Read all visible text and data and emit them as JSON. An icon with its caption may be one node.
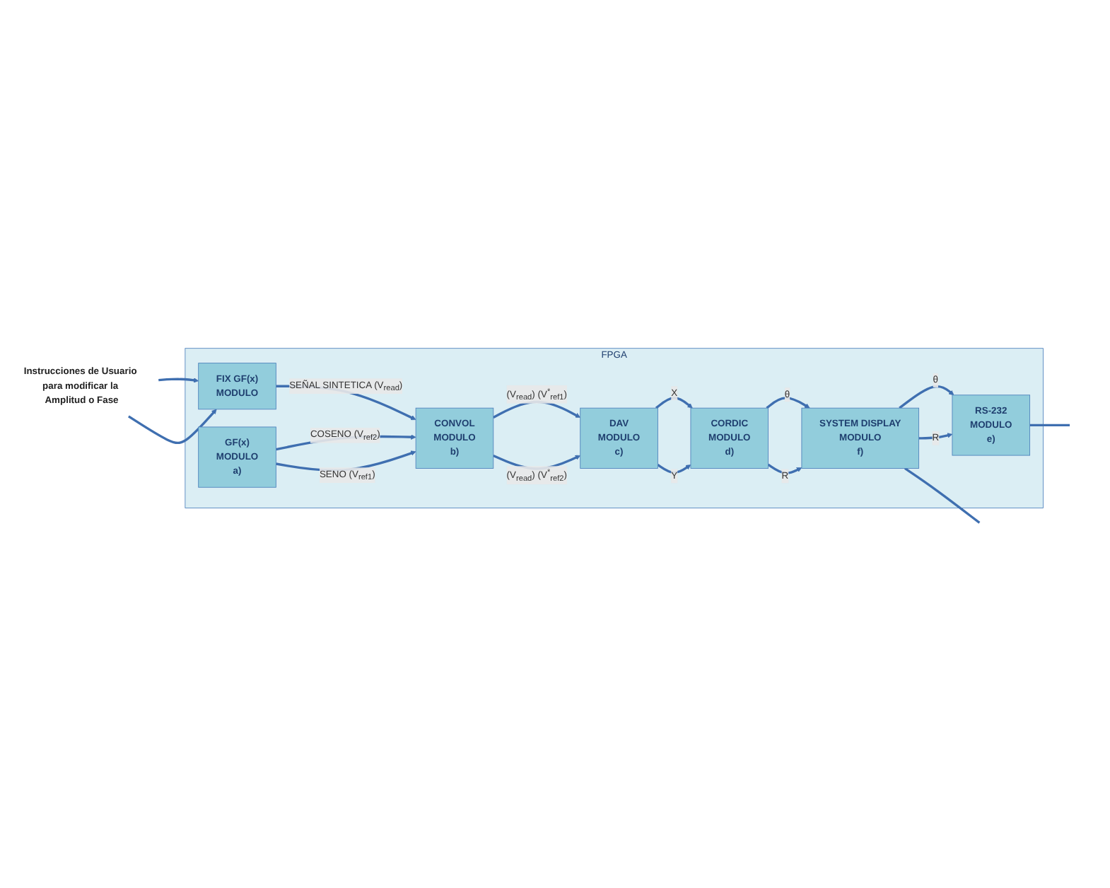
{
  "diagram": {
    "nodes": [
      {
        "text": [
          "FPGA"
        ]
      },
      {
        "text": [
          "Instrucciones de Usuario para modificar la Amplitud o Fase"
        ]
      },
      {
        "text": [
          "CORDIC",
          "MODULO",
          "d)"
        ],
        "in": 0
      },
      {
        "text": [
          "DAV",
          "MODULO",
          "c)"
        ],
        "in": 0
      },
      {
        "text": [
          "SYSTEM DISPLAY",
          "MODULO",
          "f)"
        ],
        "in": 0
      },
      {
        "text": [
          "FIX GF(x)",
          "MODULO"
        ],
        "in": 0
      },
      {
        "text": [
          "GF(x)",
          "MODULO",
          "a)"
        ],
        "in": 0
      },
      {
        "text": [
          "CONVOL",
          "MODULO",
          "b)"
        ],
        "in": 0
      },
      {
        "text": [
          "RS-232",
          "MODULO",
          "e)"
        ],
        "in": 0
      }
    ],
    "edges": [
      {
        "from": 1,
        "to": 5,
        "arrow": "to"
      },
      {
        "from": 1,
        "to": 5,
        "arrow": "to"
      },
      {
        "from": 2,
        "to": 4,
        "label": "θ",
        "arrow": "to"
      },
      {
        "from": 2,
        "to": 4,
        "label": "R",
        "arrow": "to"
      },
      {
        "from": 3,
        "to": 2,
        "label": "X",
        "arrow": "to"
      },
      {
        "from": 3,
        "to": 2,
        "label": "Y",
        "arrow": "to"
      },
      {
        "from": 7,
        "to": 3,
        "label": "(V$_{read}$) (V$^{*}$$_{ref1}$)",
        "arrow": "to"
      },
      {
        "from": 7,
        "to": 3,
        "label": "(V$_{read}$) (V$^{*}$$_{ref2}$)",
        "arrow": "to"
      },
      {
        "from": 4,
        "to": 8,
        "label": "θ",
        "arrow": "to"
      },
      {
        "from": 4,
        "to": 8,
        "label": "R",
        "arrow": "to"
      },
      {
        "from": 5,
        "to": 7,
        "label": "SEÑAL SINTETICA (V$_{read}$)",
        "arrow": "to"
      },
      {
        "from": 6,
        "to": 7,
        "label": "COSENO (V$_{ref2}$)",
        "arrow": "to"
      },
      {
        "from": 6,
        "to": 7,
        "label": "SENO (V$_{ref1}$)",
        "arrow": "to"
      },
      {
        "from": 4,
        "to": null,
        "arrow": "none"
      },
      {
        "from": 8,
        "to": null,
        "arrow": "none"
      }
    ]
  }
}
